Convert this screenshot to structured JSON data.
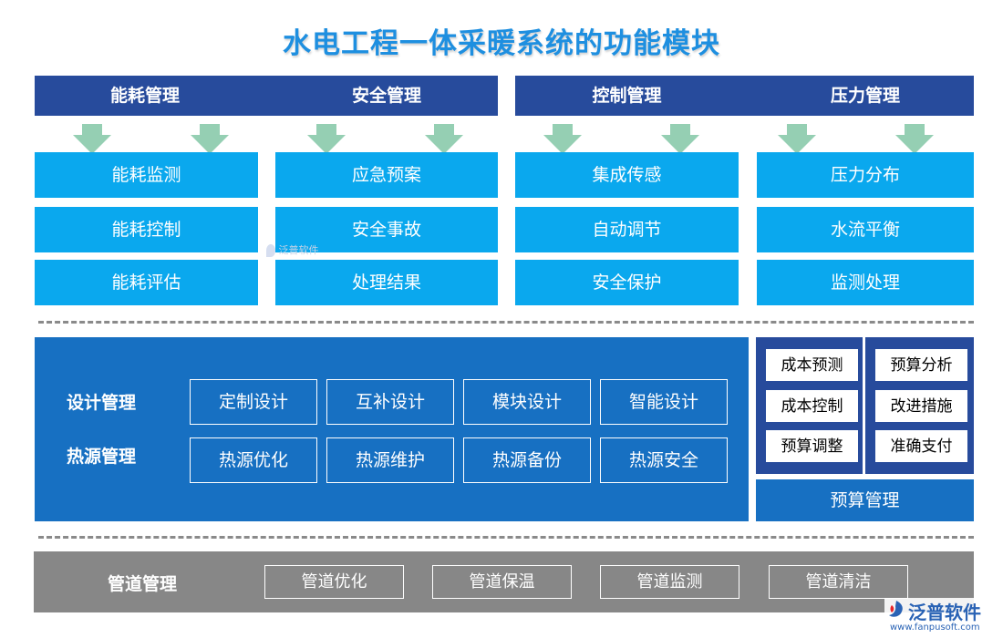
{
  "title": "水电工程一体采暖系统的功能模块",
  "top_headers": [
    "能耗管理",
    "安全管理",
    "控制管理",
    "压力管理"
  ],
  "columns": [
    {
      "items": [
        "能耗监测",
        "能耗控制",
        "能耗评估"
      ]
    },
    {
      "items": [
        "应急预案",
        "安全事故",
        "处理结果"
      ]
    },
    {
      "items": [
        "集成传感",
        "自动调节",
        "安全保护"
      ]
    },
    {
      "items": [
        "压力分布",
        "水流平衡",
        "监测处理"
      ]
    }
  ],
  "design": {
    "label": "设计管理",
    "items": [
      "定制设计",
      "互补设计",
      "模块设计",
      "智能设计"
    ]
  },
  "heat": {
    "label": "热源管理",
    "items": [
      "热源优化",
      "热源维护",
      "热源备份",
      "热源安全"
    ]
  },
  "budget": {
    "left": [
      "成本预测",
      "成本控制",
      "预算调整"
    ],
    "right": [
      "预算分析",
      "改进措施",
      "准确支付"
    ],
    "label": "预算管理"
  },
  "pipe": {
    "label": "管道管理",
    "items": [
      "管道优化",
      "管道保温",
      "管道监测",
      "管道清洁"
    ]
  },
  "watermark": {
    "center_text": "泛普软件",
    "logo_text": "泛普软件",
    "logo_url": "www.fanpusoft.com"
  },
  "colors": {
    "navy": "#274b9c",
    "cyan": "#0aa8ee",
    "blue": "#1770c2",
    "grey": "#878787",
    "arrow": "#95cfb3",
    "title": "#1e8fe0"
  }
}
